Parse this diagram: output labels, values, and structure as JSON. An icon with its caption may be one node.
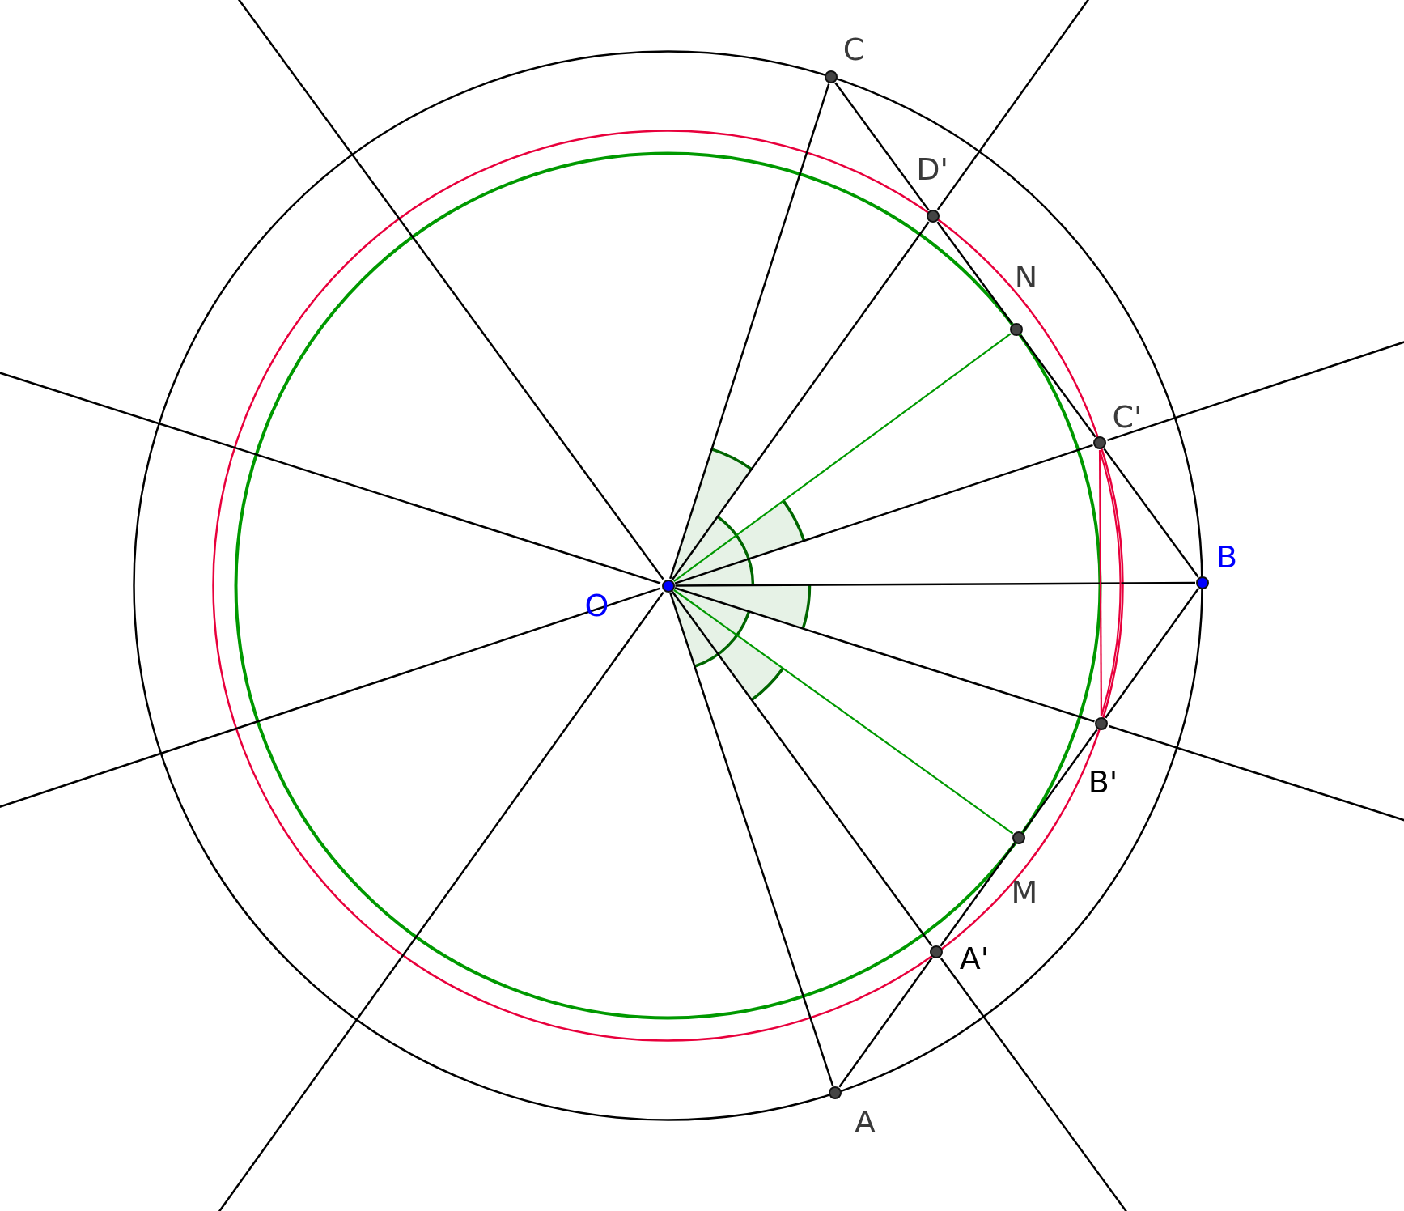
{
  "diagram": {
    "nodes": [
      {
        "text": [
          "C"
        ]
      },
      {
        "text": [
          "D'"
        ]
      },
      {
        "text": [
          "N"
        ]
      },
      {
        "text": [
          "C'"
        ]
      },
      {
        "text": [
          "B"
        ]
      },
      {
        "text": [
          "O"
        ]
      },
      {
        "text": [
          "B'"
        ]
      },
      {
        "text": [
          "M"
        ]
      },
      {
        "text": [
          "A'"
        ]
      },
      {
        "text": [
          "A"
        ]
      }
    ],
    "edges": [
      {
        "from": 0,
        "to": 1,
        "arrow": "none"
      },
      {
        "from": 1,
        "to": 2,
        "arrow": "none"
      },
      {
        "from": 2,
        "to": 3,
        "arrow": "none"
      },
      {
        "from": 3,
        "to": 4,
        "arrow": "none"
      },
      {
        "from": 4,
        "to": 6,
        "arrow": "none"
      },
      {
        "from": 6,
        "to": 7,
        "arrow": "none"
      },
      {
        "from": 7,
        "to": 8,
        "arrow": "none"
      },
      {
        "from": 8,
        "to": 9,
        "arrow": "none"
      },
      {
        "from": 5,
        "to": 0,
        "arrow": "none"
      },
      {
        "from": 5,
        "to": 1,
        "arrow": "none"
      },
      {
        "from": 5,
        "to": 2,
        "arrow": "none",
        "color": "#009900"
      },
      {
        "from": 5,
        "to": 3,
        "arrow": "none"
      },
      {
        "from": 5,
        "to": 4,
        "arrow": "none"
      },
      {
        "from": 5,
        "to": 6,
        "arrow": "none"
      },
      {
        "from": 5,
        "to": 7,
        "arrow": "none",
        "color": "#009900"
      },
      {
        "from": 5,
        "to": 8,
        "arrow": "none"
      },
      {
        "from": 5,
        "to": 9,
        "arrow": "none"
      },
      {
        "from": 3,
        "to": 6,
        "arrow": "none",
        "color": "#e8003c"
      },
      {
        "from": 3,
        "to": 6,
        "arrow": "none",
        "color": "#e8003c"
      }
    ]
  }
}
